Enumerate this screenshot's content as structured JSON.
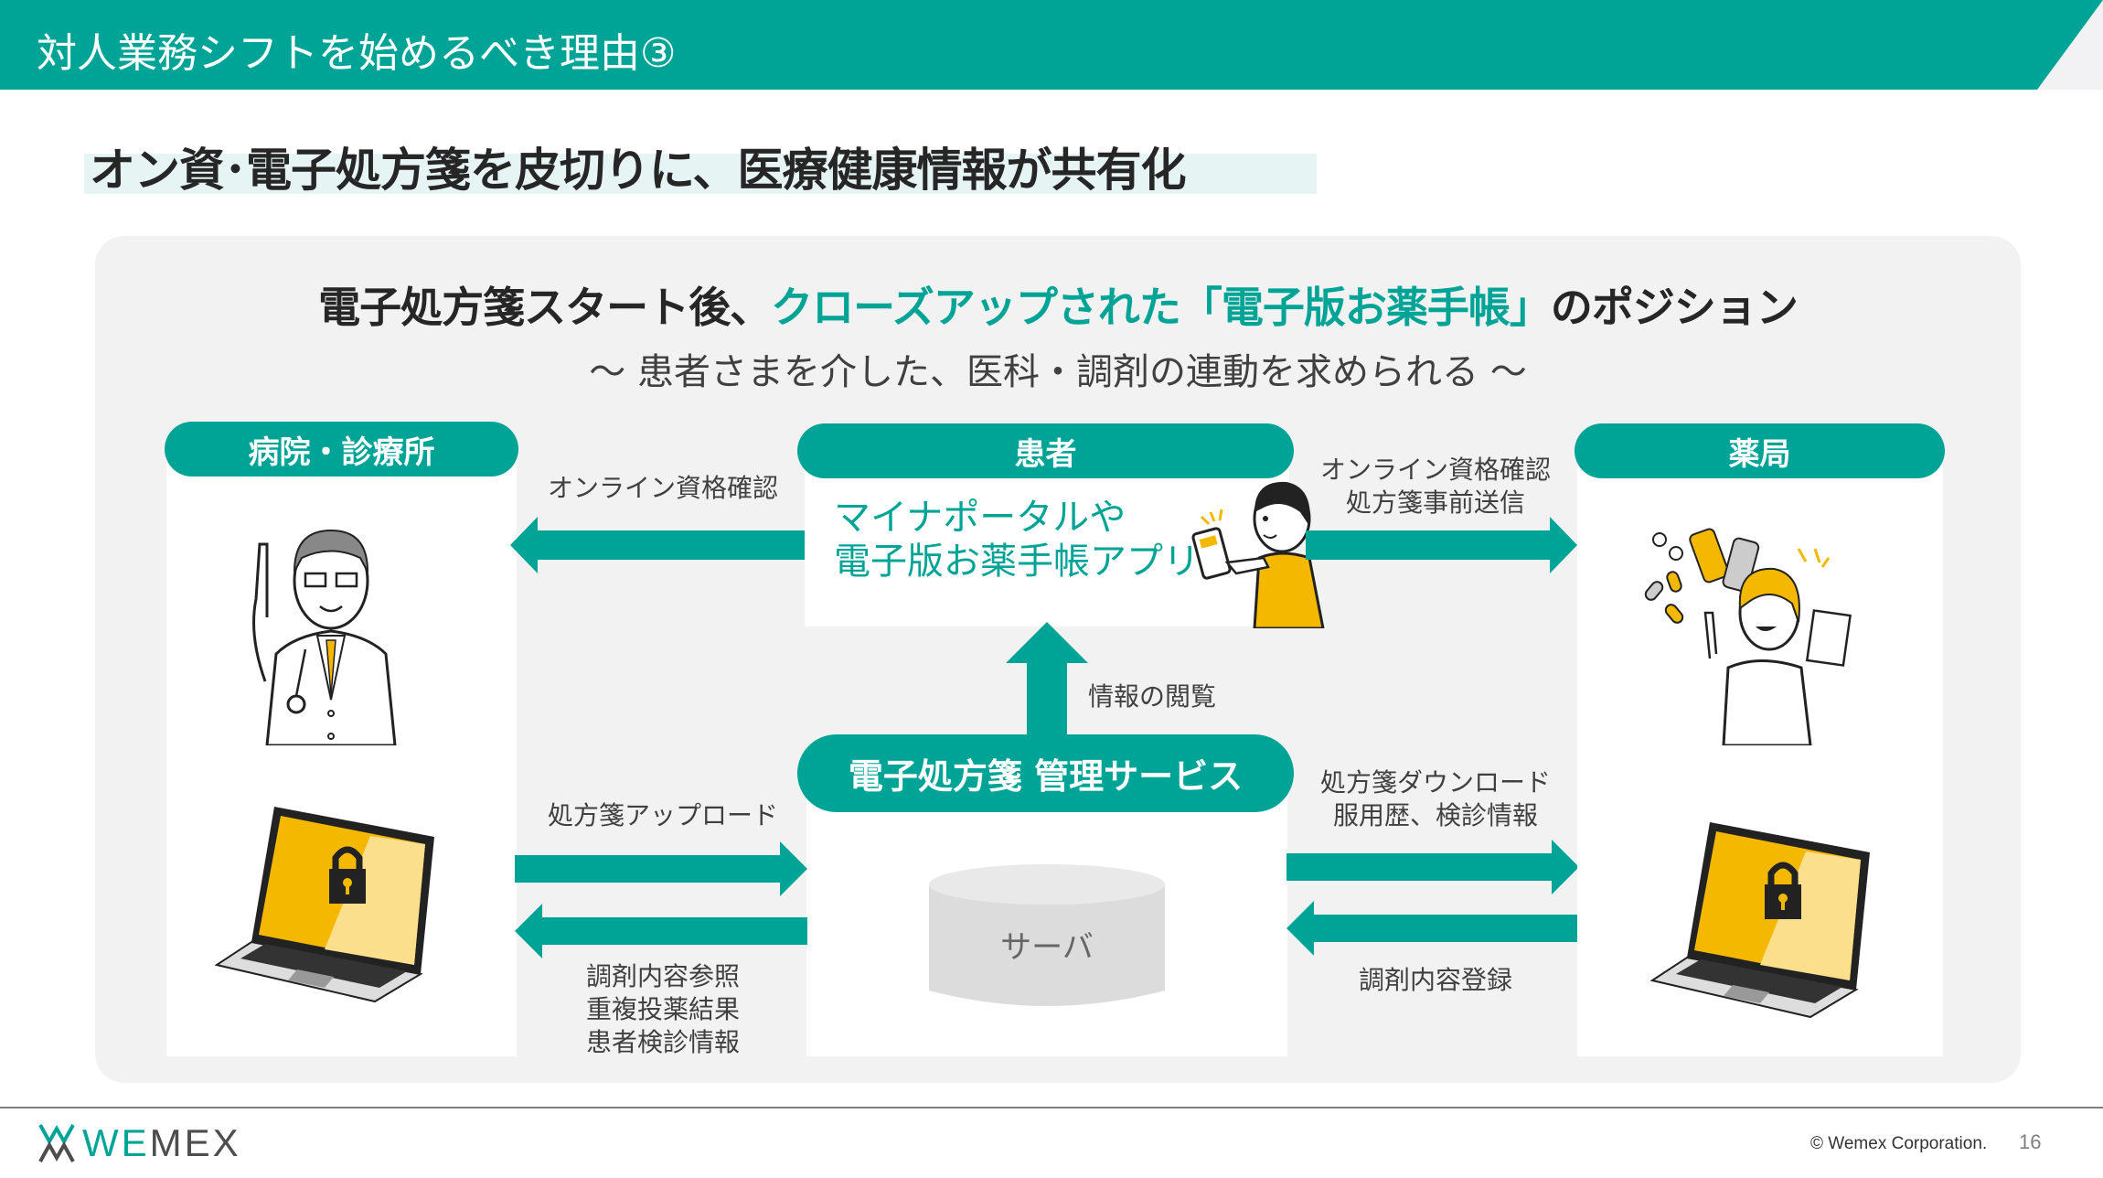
{
  "header": {
    "title": "対人業務シフトを始めるべき理由③"
  },
  "subheading": "オン資･電子処方箋を皮切りに、医療健康情報が共有化",
  "panel": {
    "title_part1": "電子処方箋スタート後、",
    "title_accent": "クローズアップされた「電子版お薬手帳」",
    "title_part2": "のポジション",
    "subtitle": "～ 患者さまを介した、医科・調剤の連動を求められる ～"
  },
  "columns": {
    "hospital": {
      "label": "病院・診療所",
      "illustration": "doctor-illustration"
    },
    "patient": {
      "label": "患者",
      "app_line1": "マイナポータルや",
      "app_line2": "電子版お薬手帳アプリ",
      "illustration": "patient-with-smartphone-illustration"
    },
    "pharmacy": {
      "label": "薬局",
      "illustration": "pharmacist-illustration"
    }
  },
  "service": {
    "label": "電子処方箋 管理サービス",
    "server_label": "サーバ"
  },
  "flows": {
    "patient_to_hospital": "オンライン資格確認",
    "patient_to_pharmacy_line1": "オンライン資格確認",
    "patient_to_pharmacy_line2": "処方箋事前送信",
    "service_to_patient": "情報の閲覧",
    "hospital_upload": "処方箋アップロード",
    "service_to_hospital_line1": "調剤内容参照",
    "service_to_hospital_line2": "重複投薬結果",
    "service_to_hospital_line3": "患者検診情報",
    "service_to_pharmacy_line1": "処方箋ダウンロード",
    "service_to_pharmacy_line2": "服用歴、検診情報",
    "pharmacy_register": "調剤内容登録"
  },
  "footer": {
    "logo_we": "WE",
    "logo_mex": "MEX",
    "copyright": "© Wemex Corporation.",
    "page_number": "16"
  },
  "colors": {
    "brand_teal": "#00a497",
    "panel_gray": "#f2f2f2",
    "accent_yellow": "#f5b800"
  }
}
